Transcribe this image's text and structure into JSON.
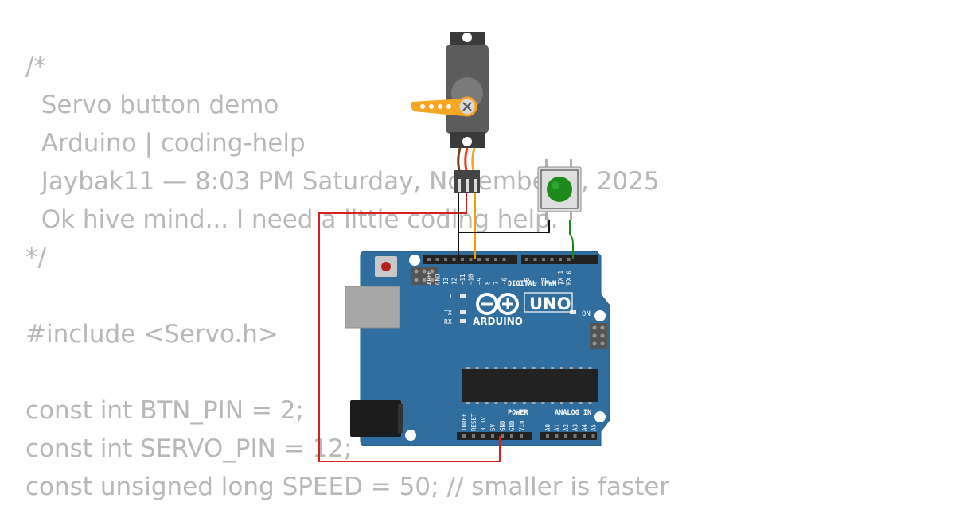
{
  "code": {
    "lines": [
      "/*",
      "  Servo button demo",
      "  Arduino | coding-help",
      "  Jaybak11 — 8:03 PM Saturday, November 1, 2025",
      "  Ok hive mind... I need a little coding help.",
      "*/",
      "",
      "#include <Servo.h>",
      "",
      "const int BTN_PIN = 2;",
      "const int SERVO_PIN = 12;",
      "const unsigned long SPEED = 50; // smaller is faster"
    ]
  },
  "board": {
    "model_text": "UNO",
    "brand_text": "ARDUINO",
    "digital_header_label": "DIGITAL (PWM ~)",
    "on_label": "ON",
    "l_label": "L",
    "tx_label": "TX",
    "rx_label": "RX",
    "power_label": "POWER",
    "analog_label": "ANALOG IN",
    "digital_pins": [
      "AREF",
      "GND",
      "13",
      "12",
      "~11",
      "~10",
      "~9",
      "8",
      "7",
      "~6",
      "~5",
      "4",
      "~3",
      "2",
      "TX 1",
      "RX 0"
    ],
    "power_pins": [
      "IOREF",
      "RESET",
      "3.3V",
      "5V",
      "GND",
      "GND",
      "Vin"
    ],
    "analog_pins": [
      "A0",
      "A1",
      "A2",
      "A3",
      "A4",
      "A5"
    ],
    "color": "#2f6e9e"
  },
  "servo": {
    "horn_color": "#f5a623",
    "body_color": "#5c5c5c"
  },
  "button": {
    "cap_color": "#1e8a1e"
  },
  "wires": {
    "power": "#d92020",
    "ground": "#111111",
    "signal": "#f2a000",
    "button_signal": "#1a8a1a"
  }
}
